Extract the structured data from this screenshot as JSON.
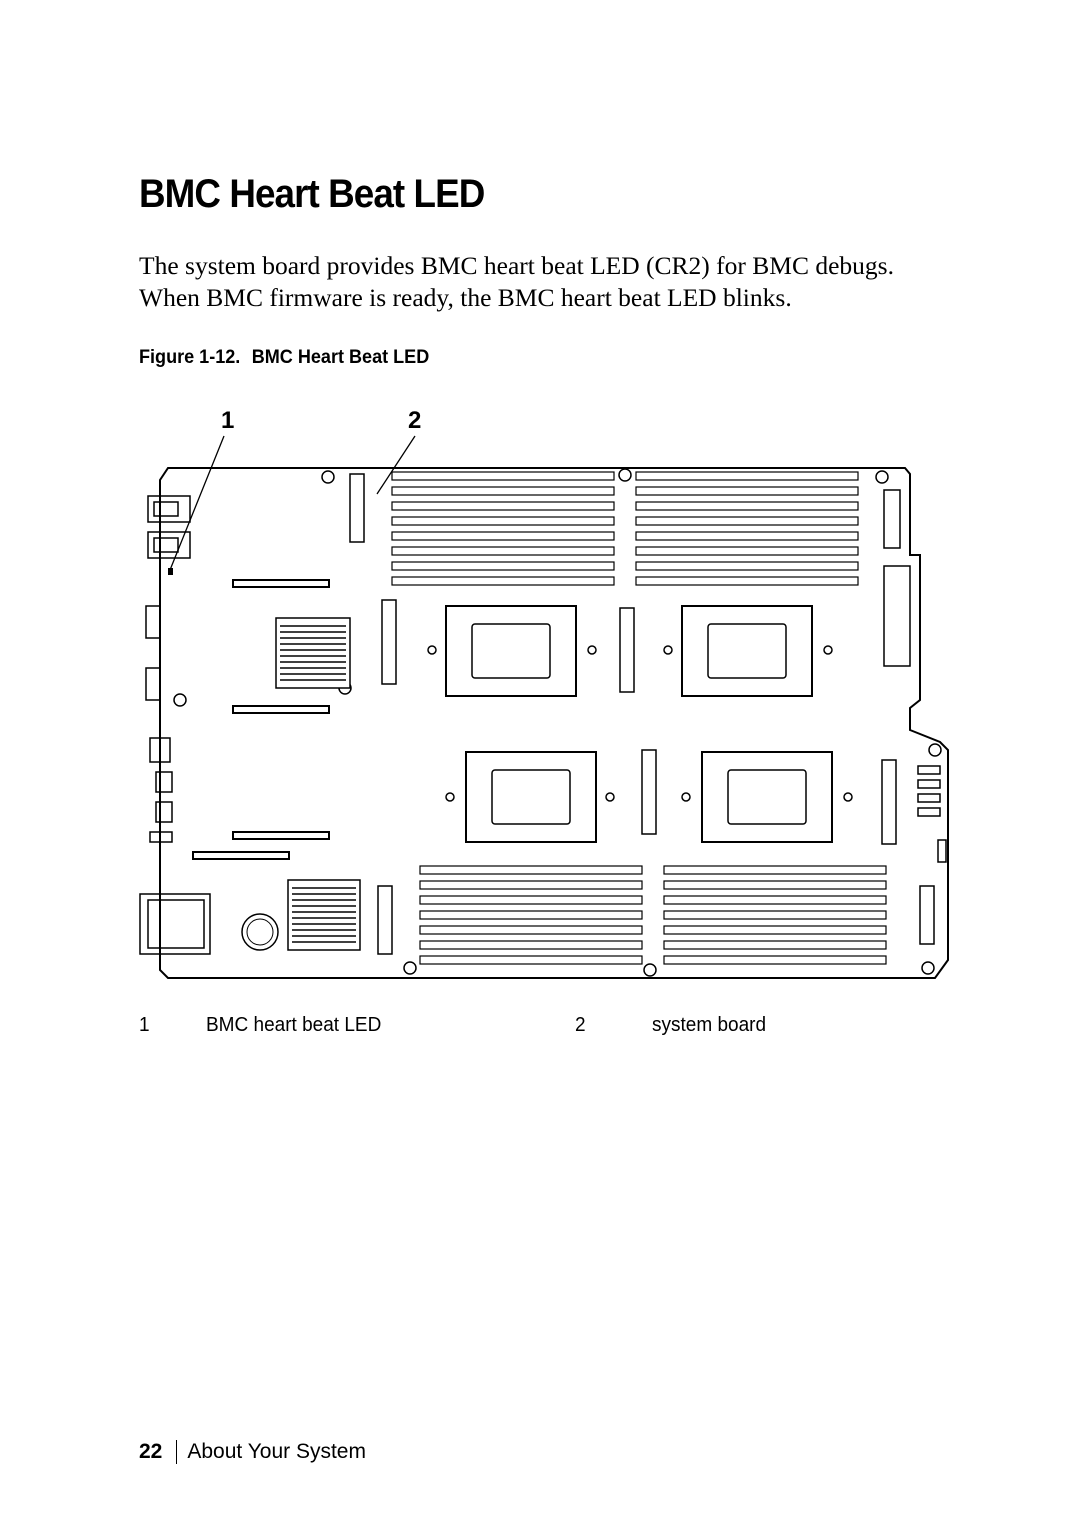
{
  "heading": "BMC Heart Beat LED",
  "body": {
    "line1": "The system board provides BMC heart beat LED (CR2) for BMC debugs.",
    "line2": "When BMC firmware is ready, the BMC heart beat LED blinks."
  },
  "figure": {
    "number": "Figure 1-12.",
    "title": "BMC Heart Beat LED",
    "callouts": [
      "1",
      "2"
    ]
  },
  "legend": [
    {
      "number": "1",
      "label": "BMC heart beat LED"
    },
    {
      "number": "2",
      "label": "system board"
    }
  ],
  "footer": {
    "page_number": "22",
    "section": "About Your System"
  }
}
